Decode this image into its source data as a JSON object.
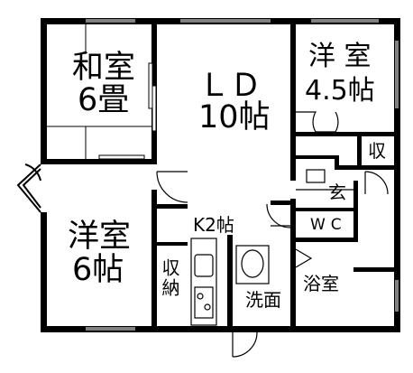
{
  "rooms": {
    "washitsu": {
      "name": "和室",
      "size": "6畳"
    },
    "ld": {
      "name": "ＬＤ",
      "size": "10帖"
    },
    "youshitsu_north": {
      "name": "洋 室",
      "size": "4.5帖"
    },
    "youshitsu_west": {
      "name": "洋室",
      "size": "6帖"
    },
    "kitchen": {
      "label": "K2帖"
    },
    "shuunou_closet": {
      "label": "収納"
    },
    "shuu_storage": {
      "label": "収"
    },
    "genkan": {
      "label": "玄"
    },
    "wc": {
      "label": "WC"
    },
    "washroom": {
      "label": "洗面"
    },
    "bathroom": {
      "label": "浴室"
    }
  },
  "colors": {
    "wall": "#000000",
    "background": "#ffffff"
  }
}
